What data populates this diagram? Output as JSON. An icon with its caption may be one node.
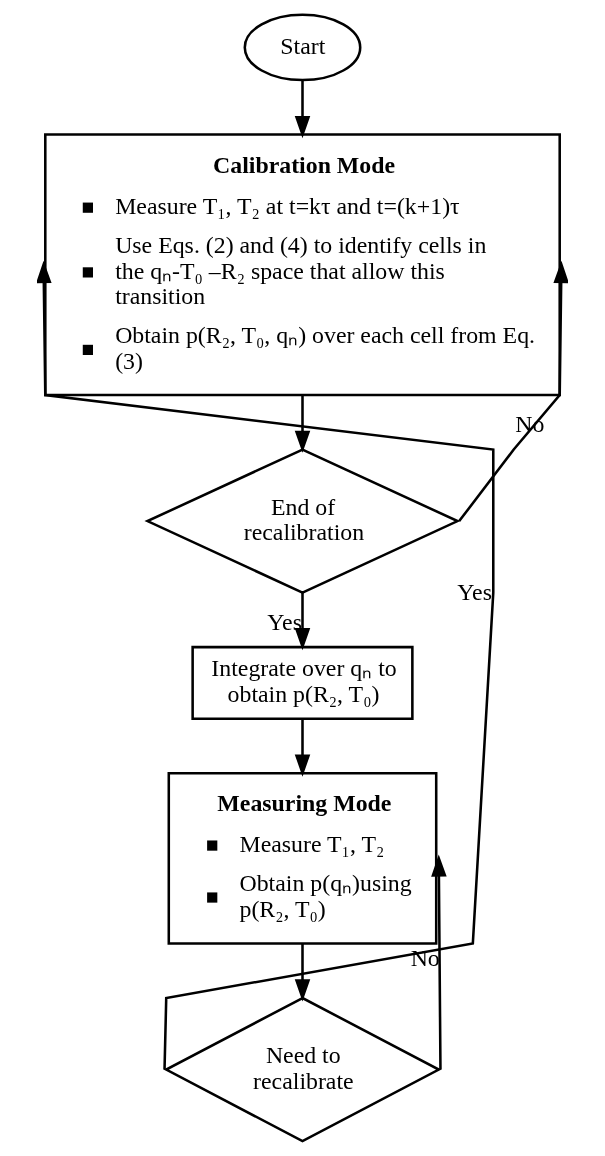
{
  "diagram": {
    "nodes": [
      {
        "text": [
          "Start"
        ]
      },
      {
        "text": [
          "Calibration Mode",
          "Measure T₁, T₂ at t=kτ and t=(k+1)τ",
          "Use Eqs. (2) and (4) to identify cells in the qₙ-T₀ –R₂ space that allow this transition",
          "Obtain p(R₂, T₀, qₙ) over each cell from Eq. (3)"
        ]
      },
      {
        "text": [
          "End of recalibration"
        ]
      },
      {
        "text": [
          "Integrate over qₙ to obtain p(R₂, T₀)"
        ]
      },
      {
        "text": [
          "Measuring Mode",
          "Measure T₁, T₂",
          "Obtain p(qₙ)using p(R₂, T₀)"
        ]
      },
      {
        "text": [
          "Need to recalibrate"
        ]
      }
    ],
    "edges": [
      {
        "from": 0,
        "to": 1,
        "arrow": "to"
      },
      {
        "from": 1,
        "to": 2,
        "arrow": "to"
      },
      {
        "from": 2,
        "to": 1,
        "arrow": "to",
        "label": "No"
      },
      {
        "from": 2,
        "to": 3,
        "arrow": "to",
        "label": "Yes"
      },
      {
        "from": 3,
        "to": 4,
        "arrow": "to"
      },
      {
        "from": 4,
        "to": 5,
        "arrow": "to"
      },
      {
        "from": 5,
        "to": 4,
        "arrow": "to",
        "label": "No"
      },
      {
        "from": 5,
        "to": 1,
        "arrow": "to",
        "label": "Yes"
      }
    ]
  }
}
